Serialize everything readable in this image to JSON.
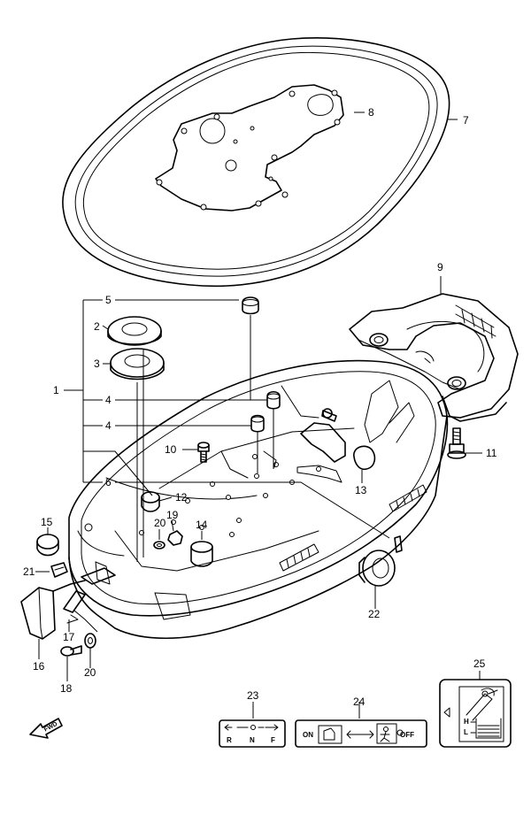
{
  "diagram": {
    "callouts": {
      "c1": "1",
      "c2": "2",
      "c3": "3",
      "c4a": "4",
      "c4b": "4",
      "c5": "5",
      "c6": "6",
      "c7": "7",
      "c8": "8",
      "c9": "9",
      "c10": "10",
      "c11": "11",
      "c12": "12",
      "c13": "13",
      "c14": "14",
      "c15": "15",
      "c16": "16",
      "c17": "17",
      "c18": "18",
      "c19": "19",
      "c20a": "20",
      "c20b": "20",
      "c21": "21",
      "c22": "22",
      "c23": "23",
      "c24": "24",
      "c25": "25"
    },
    "decal_23": {
      "r": "R",
      "n": "N",
      "f": "F"
    },
    "decal_24": {
      "on": "ON",
      "off": "OFF"
    },
    "decal_25": {
      "h": "H",
      "l": "L"
    },
    "fwd_label": "FWD"
  }
}
